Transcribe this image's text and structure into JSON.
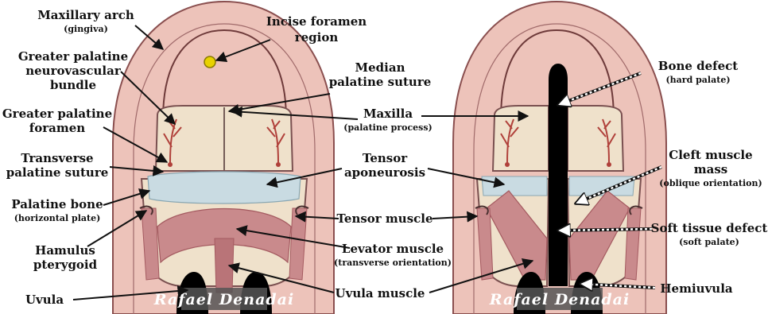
{
  "left_labels": {
    "maxillary_arch": "Maxillary arch",
    "maxillary_arch_sub": "(gingiva)",
    "incise_foramen_1": "Incise foramen",
    "incise_foramen_2": "region",
    "greater_palatine_nvb_1": "Greater palatine",
    "greater_palatine_nvb_2": "neurovascular",
    "greater_palatine_nvb_3": "bundle",
    "median_palatine_suture_1": "Median",
    "median_palatine_suture_2": "palatine suture",
    "greater_palatine_foramen_1": "Greater palatine",
    "greater_palatine_foramen_2": "foramen",
    "transverse_palatine_suture_1": "Transverse",
    "transverse_palatine_suture_2": "palatine suture",
    "palatine_bone": "Palatine bone",
    "palatine_bone_sub": "(horizontal plate)",
    "hamulus_1": "Hamulus",
    "hamulus_2": "pterygoid",
    "uvula": "Uvula"
  },
  "center_labels": {
    "maxilla": "Maxilla",
    "maxilla_sub": "(palatine process)",
    "tensor_aponeurosis_1": "Tensor",
    "tensor_aponeurosis_2": "aponeurosis",
    "tensor_muscle": "Tensor muscle",
    "levator_muscle": "Levator muscle",
    "levator_muscle_sub": "(transverse orientation)",
    "uvula_muscle": "Uvula muscle"
  },
  "right_labels": {
    "bone_defect": "Bone defect",
    "bone_defect_sub": "(hard palate)",
    "cleft_muscle_1": "Cleft muscle",
    "cleft_muscle_2": "mass",
    "cleft_muscle_sub": "(oblique orientation)",
    "soft_tissue_defect": "Soft tissue defect",
    "soft_tissue_defect_sub": "(soft palate)",
    "hemiuvula": "Hemiuvula"
  },
  "signature": "Rafael Denadai",
  "colors": {
    "gingiva": "#edc3ba",
    "gingiva_stroke": "#8a4f4f",
    "bone": "#efe1cb",
    "aponeurosis": "#c9dbe2",
    "muscle": "#c98a8c",
    "muscle_dark": "#a45a60",
    "foramen_dot": "#e8d200",
    "defect": "#000000"
  }
}
